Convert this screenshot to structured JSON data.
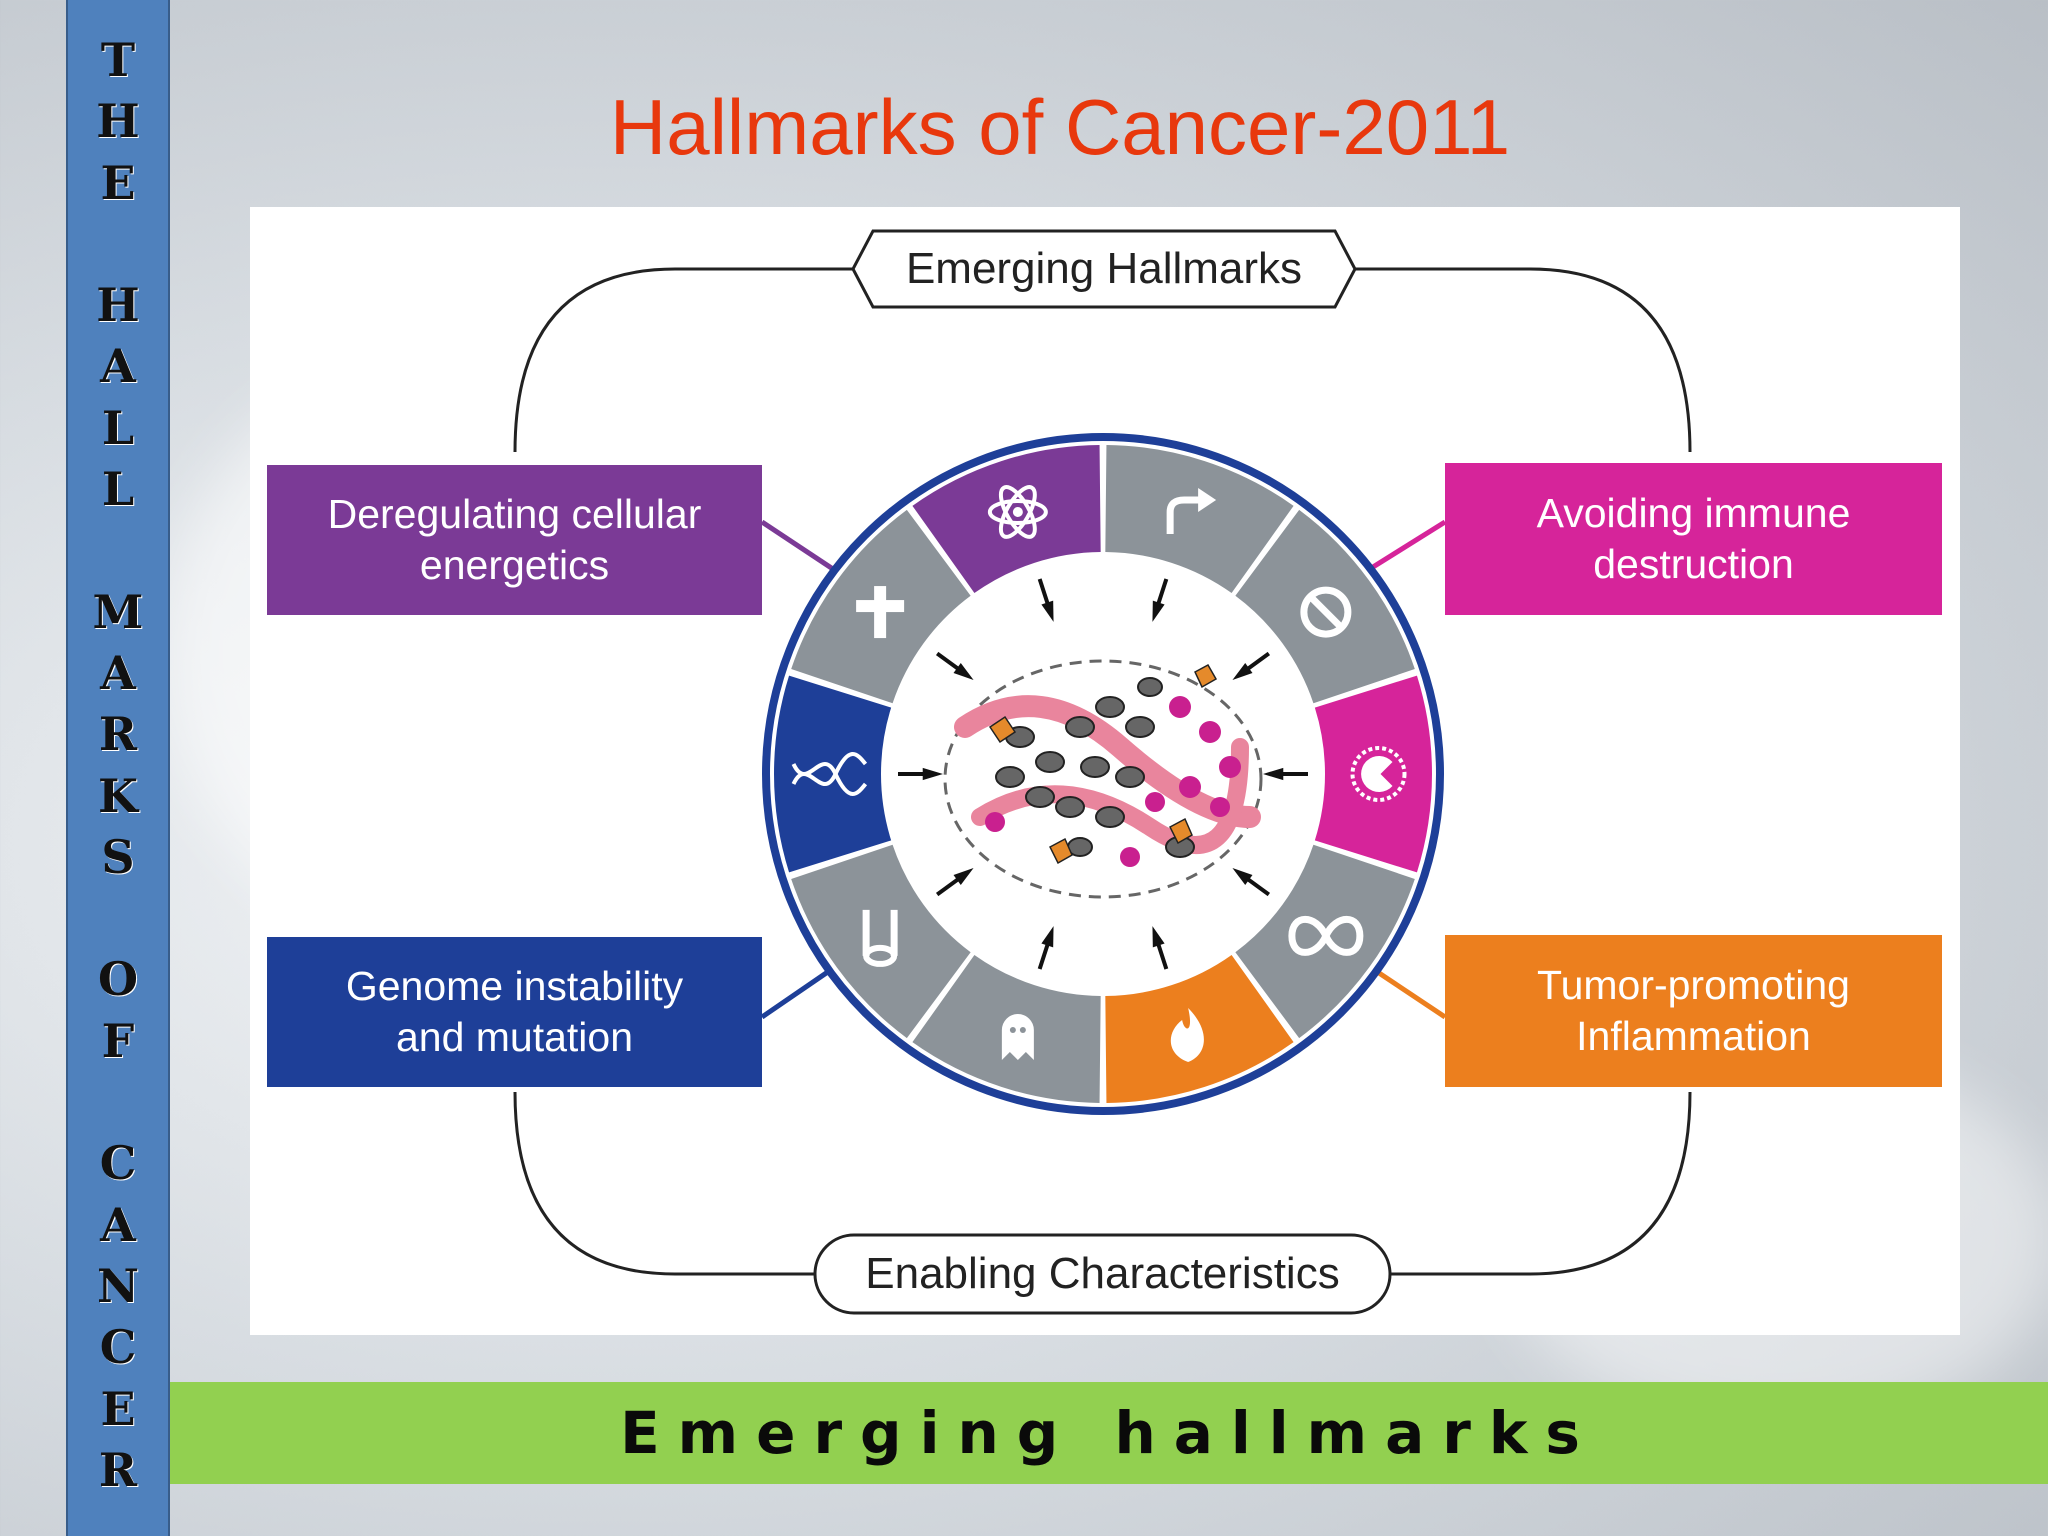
{
  "side_title_letters": [
    "T",
    "H",
    "E",
    "",
    "H",
    "A",
    "L",
    "L",
    "",
    "M",
    "A",
    "R",
    "K",
    "S",
    "",
    "O",
    "F",
    "",
    "C",
    "A",
    "N",
    "C",
    "E",
    "R"
  ],
  "title": "Hallmarks of Cancer-2011",
  "diagram": {
    "top_label": "Emerging Hallmarks",
    "bottom_label": "Enabling Characteristics",
    "boxes": {
      "top_left": {
        "line1": "Deregulating cellular",
        "line2": "energetics",
        "color": "#7b3a96"
      },
      "top_right": {
        "line1": "Avoiding immune",
        "line2": "destruction",
        "color": "#d6249a"
      },
      "bottom_left": {
        "line1": "Genome instability",
        "line2": "and mutation",
        "color": "#1e3f98"
      },
      "bottom_right": {
        "line1": "Tumor-promoting",
        "line2": "Inflammation",
        "color": "#ec7f1e"
      }
    },
    "ring_segments": [
      {
        "icon": "arrow-turn-icon",
        "color": "#8c9399"
      },
      {
        "icon": "no-entry-icon",
        "color": "#8c9399"
      },
      {
        "icon": "immune-cell-icon",
        "color": "#d6249a"
      },
      {
        "icon": "infinity-icon",
        "color": "#8c9399"
      },
      {
        "icon": "flame-icon",
        "color": "#ec7f1e"
      },
      {
        "icon": "ghost-icon",
        "color": "#8c9399"
      },
      {
        "icon": "vessel-icon",
        "color": "#8c9399"
      },
      {
        "icon": "dna-icon",
        "color": "#1e3f98"
      },
      {
        "icon": "cross-icon",
        "color": "#8c9399"
      },
      {
        "icon": "atom-icon",
        "color": "#7b3a96"
      }
    ]
  },
  "footer": "Emerging hallmarks",
  "colors": {
    "title": "#e8380d",
    "side_bar": "#4f81bd",
    "footer_band": "#92d050",
    "ring_border": "#1e3f98"
  }
}
